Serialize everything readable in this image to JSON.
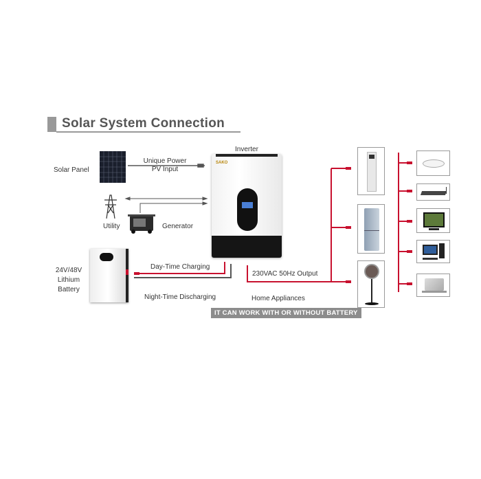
{
  "title": "Solar System Connection",
  "labels": {
    "inverter": "Inverter",
    "solar_panel": "Solar Panel",
    "pv_line1": "Unique Power",
    "pv_line2": "PV Input",
    "utility": "Utility",
    "generator": "Generator",
    "battery_line1": "24V/48V",
    "battery_line2": "Lithium",
    "battery_line3": "Battery",
    "day_charging": "Day-Time Charging",
    "night_discharging": "Night-Time Discharging",
    "output": "230VAC 50Hz Output",
    "home_appliances": "Home Appliances",
    "banner": "IT CAN WORK WITH OR WITHOUT BATTERY",
    "inverter_brand": "SAKO"
  },
  "colors": {
    "power_line": "#c8102e",
    "title_gray": "#555555",
    "banner_bg": "#8c8c8c"
  },
  "appliances_left": [
    "air-conditioner-icon",
    "refrigerator-icon",
    "fan-icon"
  ],
  "appliances_right": [
    "ceiling-light-icon",
    "router-icon",
    "tv-icon",
    "desktop-computer-icon",
    "laptop-icon"
  ]
}
